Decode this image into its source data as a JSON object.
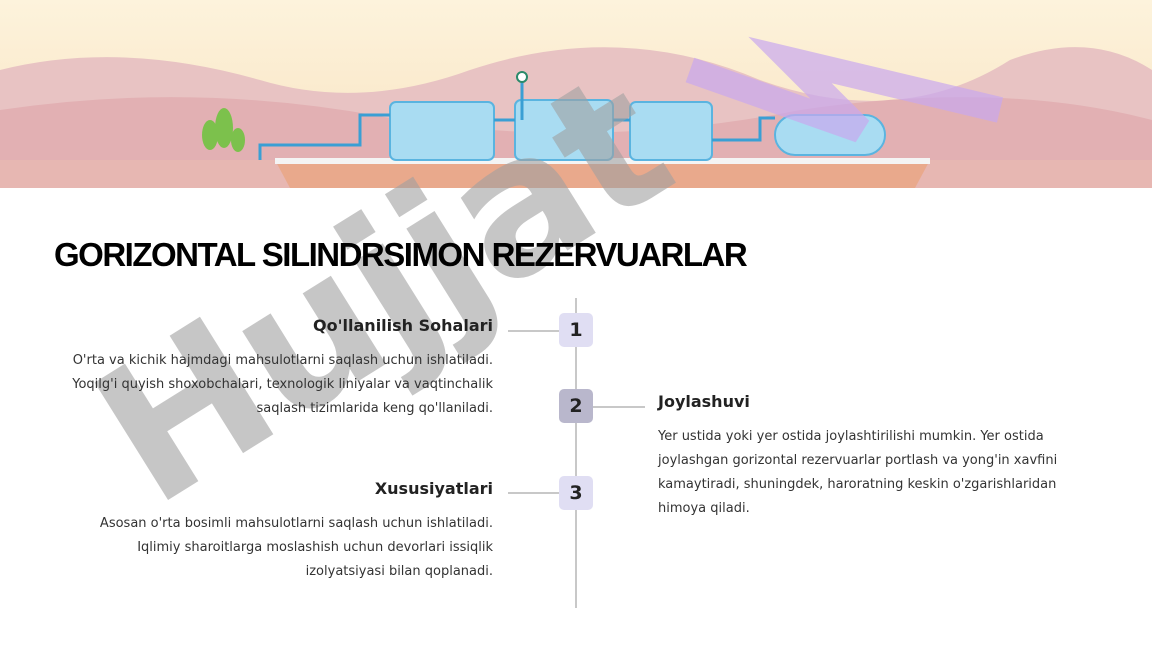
{
  "slide": {
    "title": "GORIZONTAL SILINDRSIMON REZERVUARLAR"
  },
  "items": [
    {
      "number": "1",
      "title": "Qo'llanilish Sohalari",
      "description": "O'rta va kichik hajmdagi mahsulotlarni saqlash uchun ishlatiladi. Yoqilg'i quyish shoxobchalari, texnologik liniyalar va vaqtinchalik saqlash tizimlarida keng qo'llaniladi."
    },
    {
      "number": "2",
      "title": "Joylashuvi",
      "description": "Yer ustida yoki yer ostida joylashtirilishi mumkin. Yer ostida joylashgan gorizontal rezervuarlar portlash va yong'in xavfini kamaytiradi, shuningdek, haroratning keskin o'zgarishlaridan himoya qiladi."
    },
    {
      "number": "3",
      "title": "Xususiyatlari",
      "description": "Asosan o'rta bosimli mahsulotlarni saqlash uchun ishlatiladi. Iqlimiy sharoitlarga moslashish uchun devorlari issiqlik izolyatsiyasi bilan qoplanadi."
    }
  ],
  "watermark": {
    "text": "Hujjat"
  },
  "colors": {
    "badge": "#e0def3",
    "line": "#c8c8c8",
    "sky": "#fbecc9",
    "hills": "#e6b8b8"
  }
}
